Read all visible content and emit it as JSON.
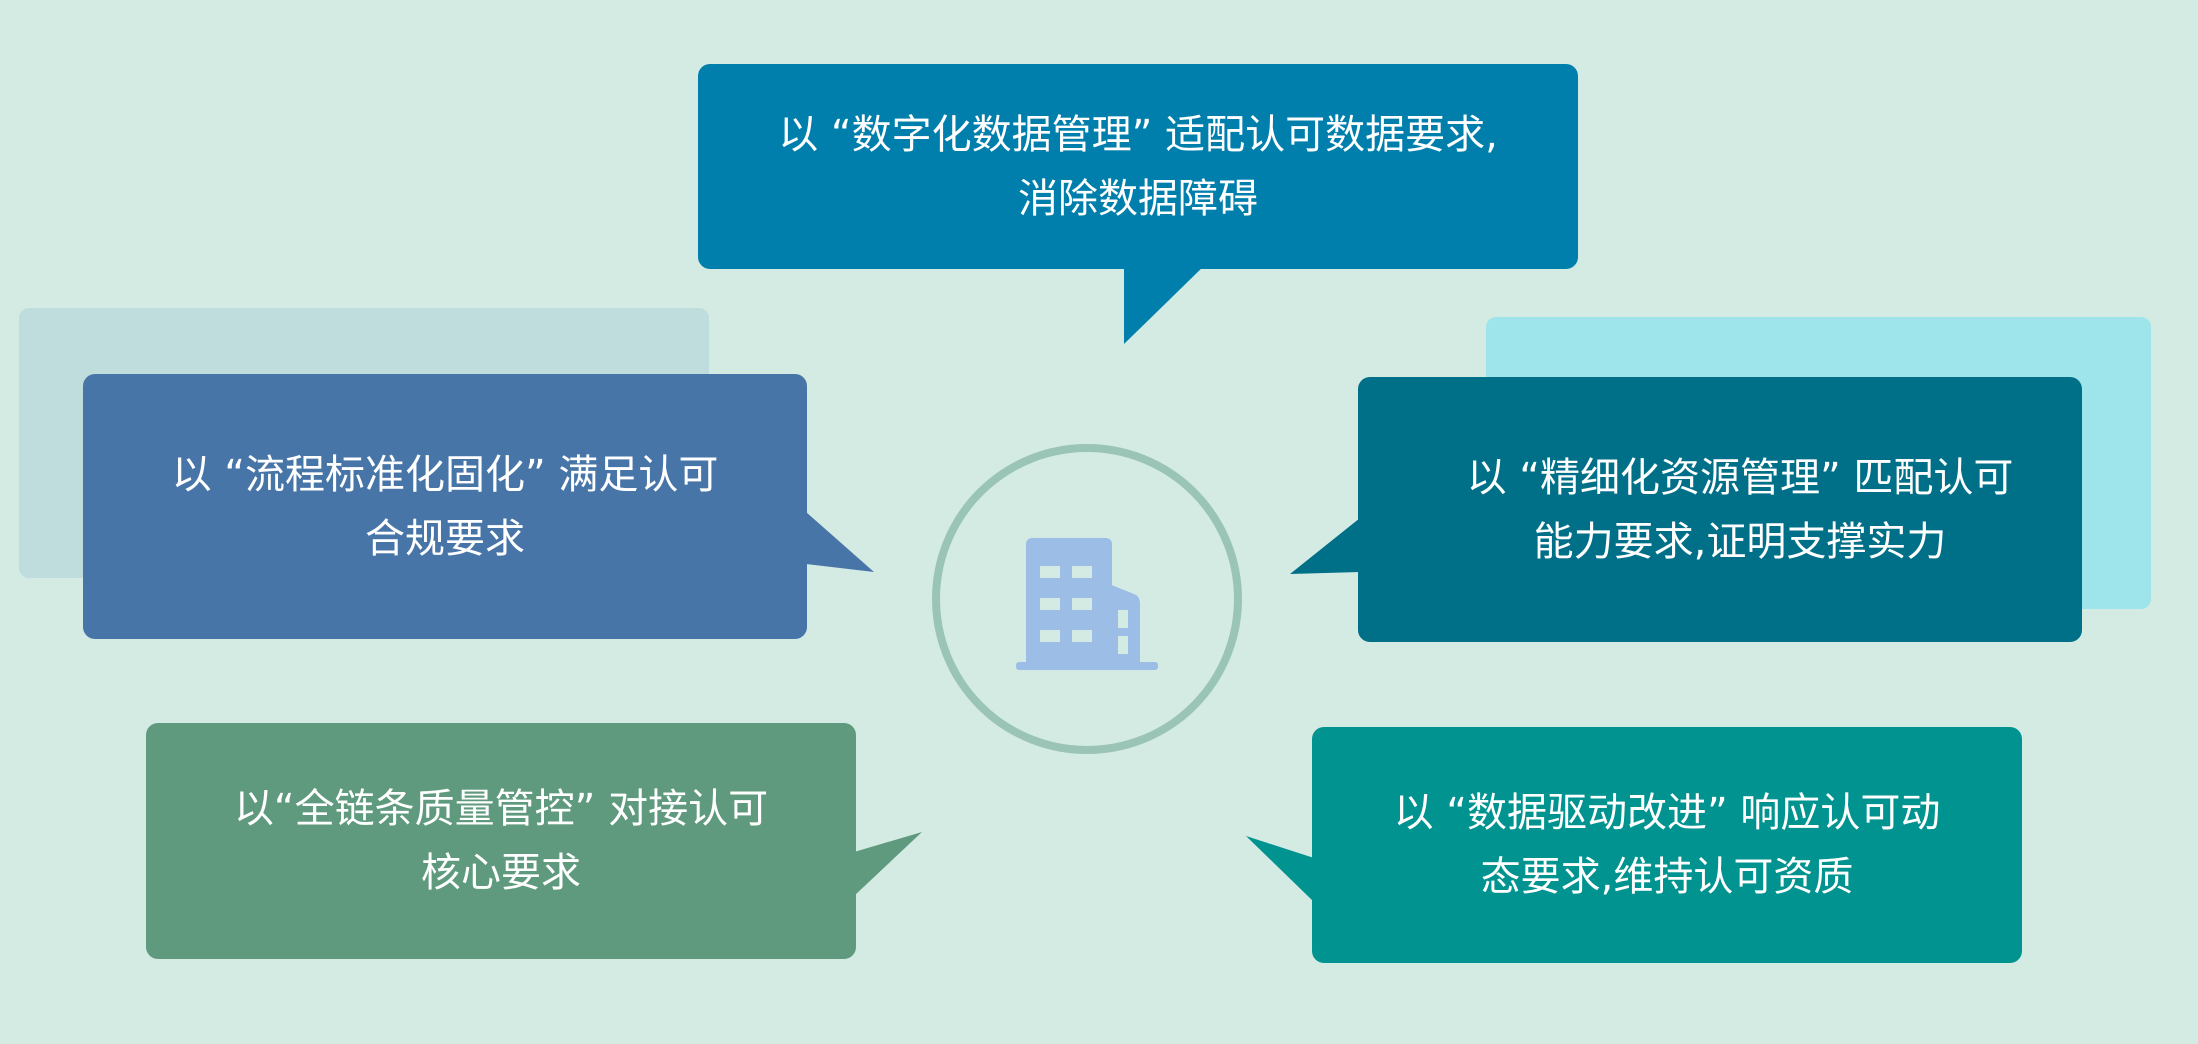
{
  "center": {
    "icon": "building-icon",
    "ring_color": "#9ac4b5",
    "icon_color": "#9bbde6"
  },
  "bubbles": [
    {
      "id": "top",
      "lines": [
        "以 “数字化数据管理” 适配认可数据要求,",
        "消除数据障碍"
      ],
      "color": "#017fac"
    },
    {
      "id": "left",
      "lines": [
        "以 “流程标准化固化” 满足认可",
        "合规要求"
      ],
      "color": "#4875a8",
      "shadow_color": "#c0dddd"
    },
    {
      "id": "right",
      "lines": [
        "以 “精细化资源管理” 匹配认可",
        "能力要求,证明支撑实力"
      ],
      "color": "#006f88",
      "shadow_color": "#9de5ea"
    },
    {
      "id": "bottom-left",
      "lines": [
        "以“全链条质量管控” 对接认可",
        "核心要求"
      ],
      "color": "#5f9a7e"
    },
    {
      "id": "bottom-right",
      "lines": [
        "以 “数据驱动改进” 响应认可动",
        "态要求,维持认可资质"
      ],
      "color": "#009390"
    }
  ]
}
